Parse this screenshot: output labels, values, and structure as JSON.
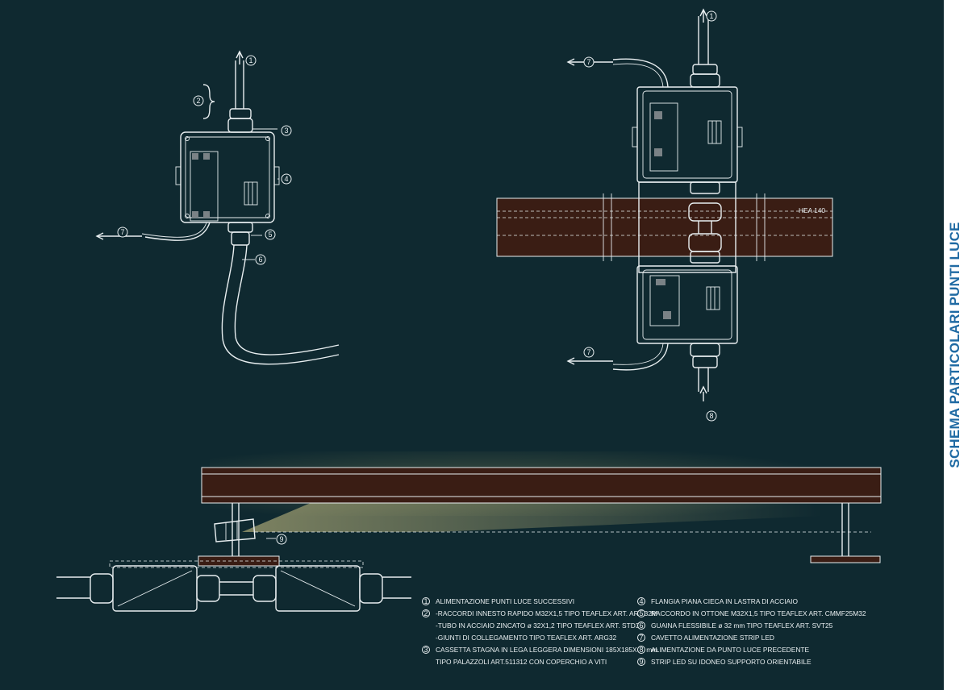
{
  "side_title": "SCHEMA PARTICOLARI PUNTI LUCE",
  "beam_label": "HEA 140",
  "callouts": [
    "1",
    "2",
    "3",
    "4",
    "5",
    "6",
    "7",
    "8",
    "9"
  ],
  "legend_left": [
    {
      "num": "1",
      "text": "ALIMENTAZIONE PUNTI LUCE SUCCESSIVI"
    },
    {
      "num": "2",
      "text": "-RACCORDI INNESTO RAPIDO M32X1,5 TIPO TEAFLEX ART. ARM32M"
    },
    {
      "num": "",
      "text": "-TUBO IN ACCIAIO ZINCATO ø 32X1,2 TIPO TEAFLEX ART. STD32"
    },
    {
      "num": "",
      "text": "-GIUNTI DI COLLEGAMENTO TIPO TEAFLEX ART. ARG32"
    },
    {
      "num": "3",
      "text": "CASSETTA STAGNA IN LEGA LEGGERA DIMENSIONI 185X185X63 mm"
    },
    {
      "num": "",
      "text": "TIPO PALAZZOLI ART.511312 CON COPERCHIO A VITI"
    }
  ],
  "legend_right": [
    {
      "num": "4",
      "text": "FLANGIA PIANA CIECA IN LASTRA DI ACCIAIO"
    },
    {
      "num": "5",
      "text": "RACCORDO IN OTTONE M32X1,5 TIPO TEAFLEX ART. CMMF25M32"
    },
    {
      "num": "6",
      "text": "GUAINA FLESSIBILE ø 32 mm TIPO TEAFLEX ART. SVT25"
    },
    {
      "num": "7",
      "text": "CAVETTO ALIMENTAZIONE STRIP LED"
    },
    {
      "num": "8",
      "text": "ALIMENTAZIONE DA PUNTO LUCE PRECEDENTE"
    },
    {
      "num": "9",
      "text": "STRIP LED SU IDONEO SUPPORTO ORIENTABILE"
    }
  ],
  "colors": {
    "background": "#0f2930",
    "line": "#e8eef0",
    "beam": "#3a1d14",
    "side_strip": "#ffffff",
    "side_title": "#1f6aa3"
  }
}
